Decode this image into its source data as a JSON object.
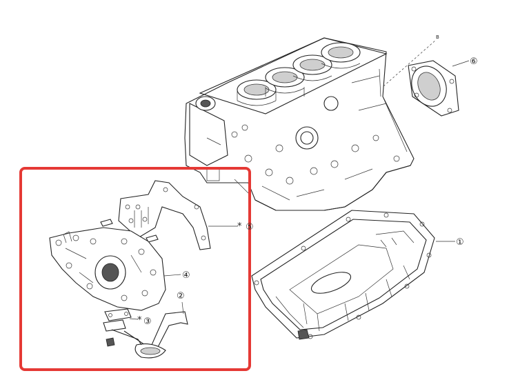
{
  "callouts": [
    {
      "id": "1",
      "label": "①"
    },
    {
      "id": "2",
      "label": "②"
    },
    {
      "id": "3",
      "label": "③"
    },
    {
      "id": "4",
      "label": "④"
    },
    {
      "id": "5",
      "label": "⑤"
    },
    {
      "id": "6",
      "label": "⑥"
    }
  ],
  "markers": {
    "asterisk": "*",
    "small_label": "B"
  },
  "highlight_color": "#e53935"
}
